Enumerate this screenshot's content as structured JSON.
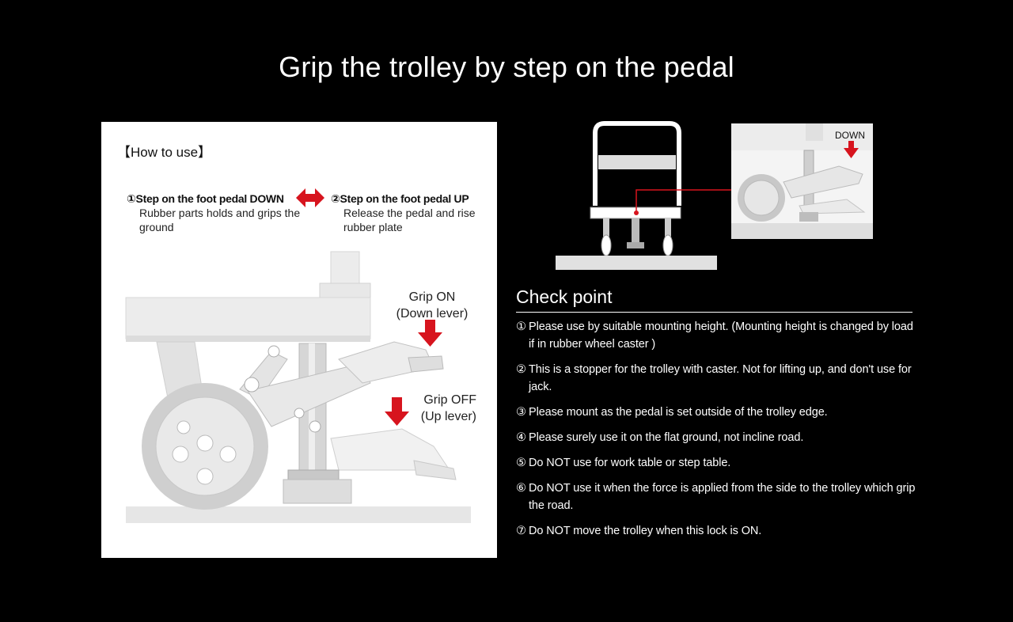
{
  "title": "Grip the trolley by step on the pedal",
  "how_to": {
    "label": "【How to use】",
    "step1": {
      "head": "①Step on the foot pedal DOWN",
      "desc": "Rubber parts holds and grips the ground"
    },
    "step2": {
      "head": "②Step on the foot pedal UP",
      "desc": "Release the pedal and rise rubber plate"
    },
    "grip_on": {
      "line1": "Grip  ON",
      "line2": "(Down lever)"
    },
    "grip_off": {
      "line1": "Grip  OFF",
      "line2": "(Up lever)"
    }
  },
  "thumbnail": {
    "down_label": "DOWN"
  },
  "check_point": {
    "title": "Check point",
    "items": [
      {
        "num": "①",
        "text": "Please use by suitable mounting height. (Mounting height is changed by load if in rubber wheel caster )"
      },
      {
        "num": "②",
        "text": "This is a stopper for the trolley with caster. Not for lifting up, and don't use for jack."
      },
      {
        "num": "③",
        "text": "Please mount as the pedal is set outside of the trolley edge."
      },
      {
        "num": "④",
        "text": "Please surely use it on the flat ground, not incline road."
      },
      {
        "num": "⑤",
        "text": "Do NOT use for work table or step table."
      },
      {
        "num": "⑥",
        "text": "Do NOT use it when the force is applied from the side to the trolley which grip the road."
      },
      {
        "num": "⑦",
        "text": "Do NOT move the trolley when this lock is ON."
      }
    ]
  },
  "colors": {
    "accent_red": "#d7141e",
    "panel_bg": "#ffffff",
    "page_bg": "#000000"
  },
  "icons": [
    "double-arrow-icon",
    "down-arrow-icon"
  ]
}
